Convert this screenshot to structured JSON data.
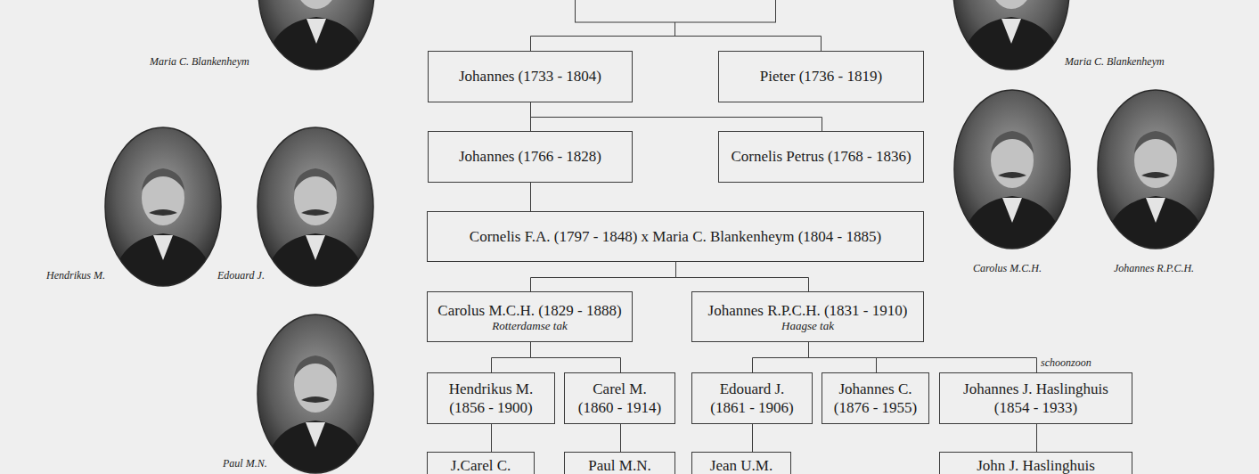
{
  "diagram": {
    "nodes": [
      {
        "text": [
          "Johannes (1733 - 1804)"
        ]
      },
      {
        "text": [
          "Pieter (1736 - 1819)"
        ]
      },
      {
        "text": [
          "Johannes (1766 - 1828)"
        ]
      },
      {
        "text": [
          "Cornelis Petrus (1768 - 1836)"
        ]
      },
      {
        "text": [
          "Cornelis F.A. (1797 - 1848) x Maria C. Blankenheym (1804 - 1885)"
        ]
      },
      {
        "text": [
          "Carolus M.C.H. (1829 - 1888)",
          "Rotterdamse tak"
        ]
      },
      {
        "text": [
          "Johannes R.P.C.H. (1831 - 1910)",
          "Haagse tak"
        ]
      },
      {
        "text": [
          "Hendrikus M. (1856 - 1900)"
        ]
      },
      {
        "text": [
          "Carel M. (1860 - 1914)"
        ]
      },
      {
        "text": [
          "Edouard J. (1861 - 1906)"
        ]
      },
      {
        "text": [
          "Johannes C. (1876 - 1955)"
        ]
      },
      {
        "text": [
          "Johannes J. Haslinghuis (1854 - 1933)"
        ]
      },
      {
        "text": [
          "J.Carel C."
        ]
      },
      {
        "text": [
          "Paul M.N."
        ]
      },
      {
        "text": [
          "Jean U.M."
        ]
      },
      {
        "text": [
          "John J. Haslinghuis"
        ]
      }
    ],
    "edges": [
      {
        "from": 0,
        "to": 2,
        "arrow": "none"
      },
      {
        "from": 0,
        "to": 3,
        "arrow": "none"
      },
      {
        "from": 2,
        "to": 4,
        "arrow": "none"
      },
      {
        "from": 4,
        "to": 5,
        "arrow": "none"
      },
      {
        "from": 4,
        "to": 6,
        "arrow": "none"
      },
      {
        "from": 5,
        "to": 7,
        "arrow": "none"
      },
      {
        "from": 5,
        "to": 8,
        "arrow": "none"
      },
      {
        "from": 6,
        "to": 9,
        "arrow": "none"
      },
      {
        "from": 6,
        "to": 10,
        "arrow": "none"
      },
      {
        "from": 6,
        "to": 11,
        "arrow": "none"
      },
      {
        "from": 7,
        "to": 12,
        "arrow": "none"
      },
      {
        "from": 8,
        "to": 13,
        "arrow": "none"
      },
      {
        "from": 9,
        "to": 14,
        "arrow": "none"
      },
      {
        "from": 11,
        "to": 15,
        "arrow": "none"
      }
    ],
    "labels": [
      "Maria C. Blankenheym",
      "Maria C. Blankenheym",
      "Hendrikus M.",
      "Edouard J.",
      "Carolus M.C.H.",
      "Johannes R.P.C.H.",
      "schoonzoon",
      "Paul M.N."
    ]
  }
}
